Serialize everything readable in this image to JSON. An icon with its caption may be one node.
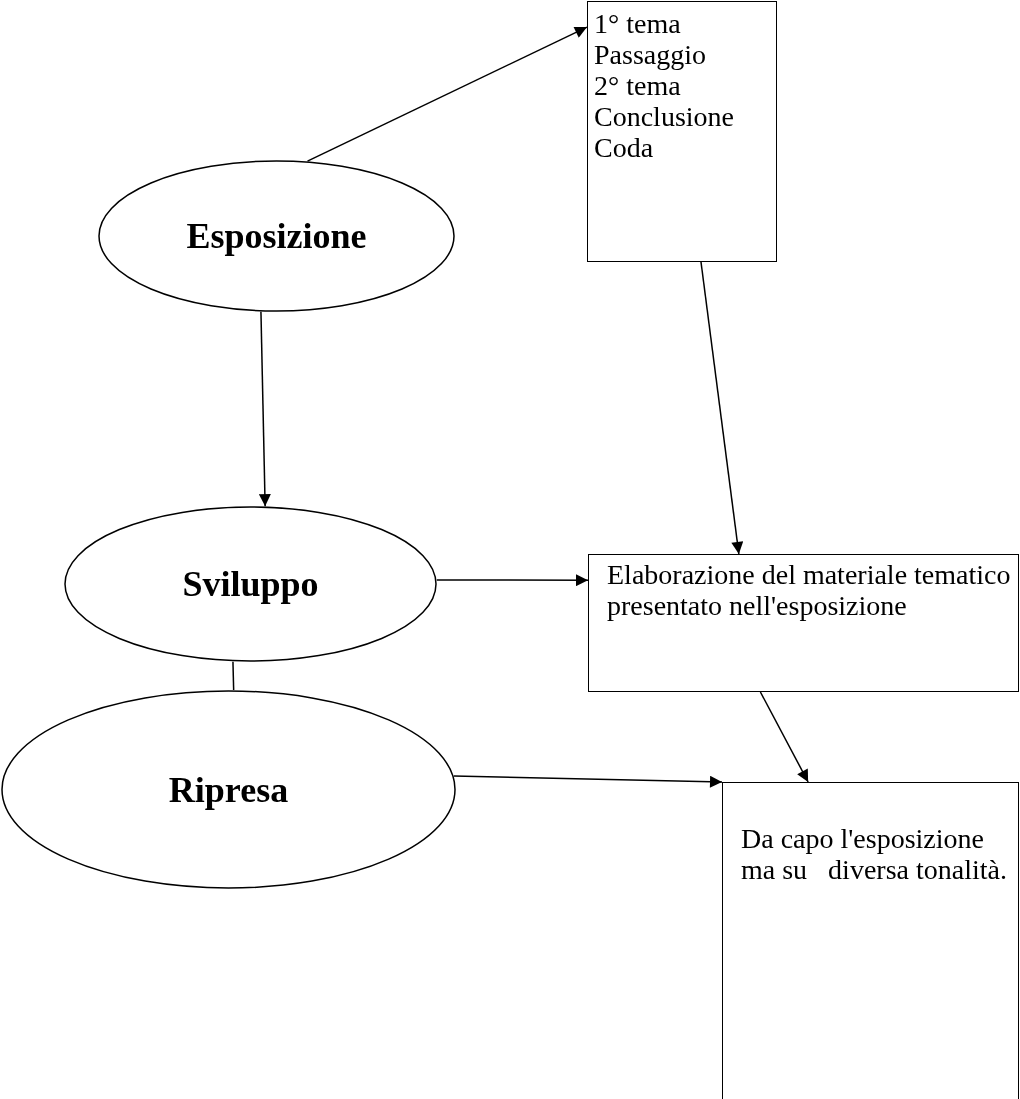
{
  "diagram": {
    "nodes": [
      {
        "text": [
          "Esposizione"
        ]
      },
      {
        "text": [
          "1° tema",
          "Passaggio",
          "2° tema",
          "Conclusione",
          "Coda"
        ]
      },
      {
        "text": [
          "Sviluppo"
        ]
      },
      {
        "text": [
          "Elaborazione del materiale tematico presentato nell'esposizione"
        ]
      },
      {
        "text": [
          "Ripresa"
        ]
      },
      {
        "text": [
          "Da capo l'esposizione ma su   diversa tonalità."
        ]
      }
    ],
    "edges": [
      {
        "from": 0,
        "to": 1,
        "arrow": "to"
      },
      {
        "from": 0,
        "to": 2,
        "arrow": "to"
      },
      {
        "from": 1,
        "to": 3,
        "arrow": "to"
      },
      {
        "from": 2,
        "to": 3,
        "arrow": "to"
      },
      {
        "from": 2,
        "to": 4,
        "arrow": "none"
      },
      {
        "from": 3,
        "to": 5,
        "arrow": "to"
      },
      {
        "from": 4,
        "to": 5,
        "arrow": "to"
      }
    ]
  }
}
